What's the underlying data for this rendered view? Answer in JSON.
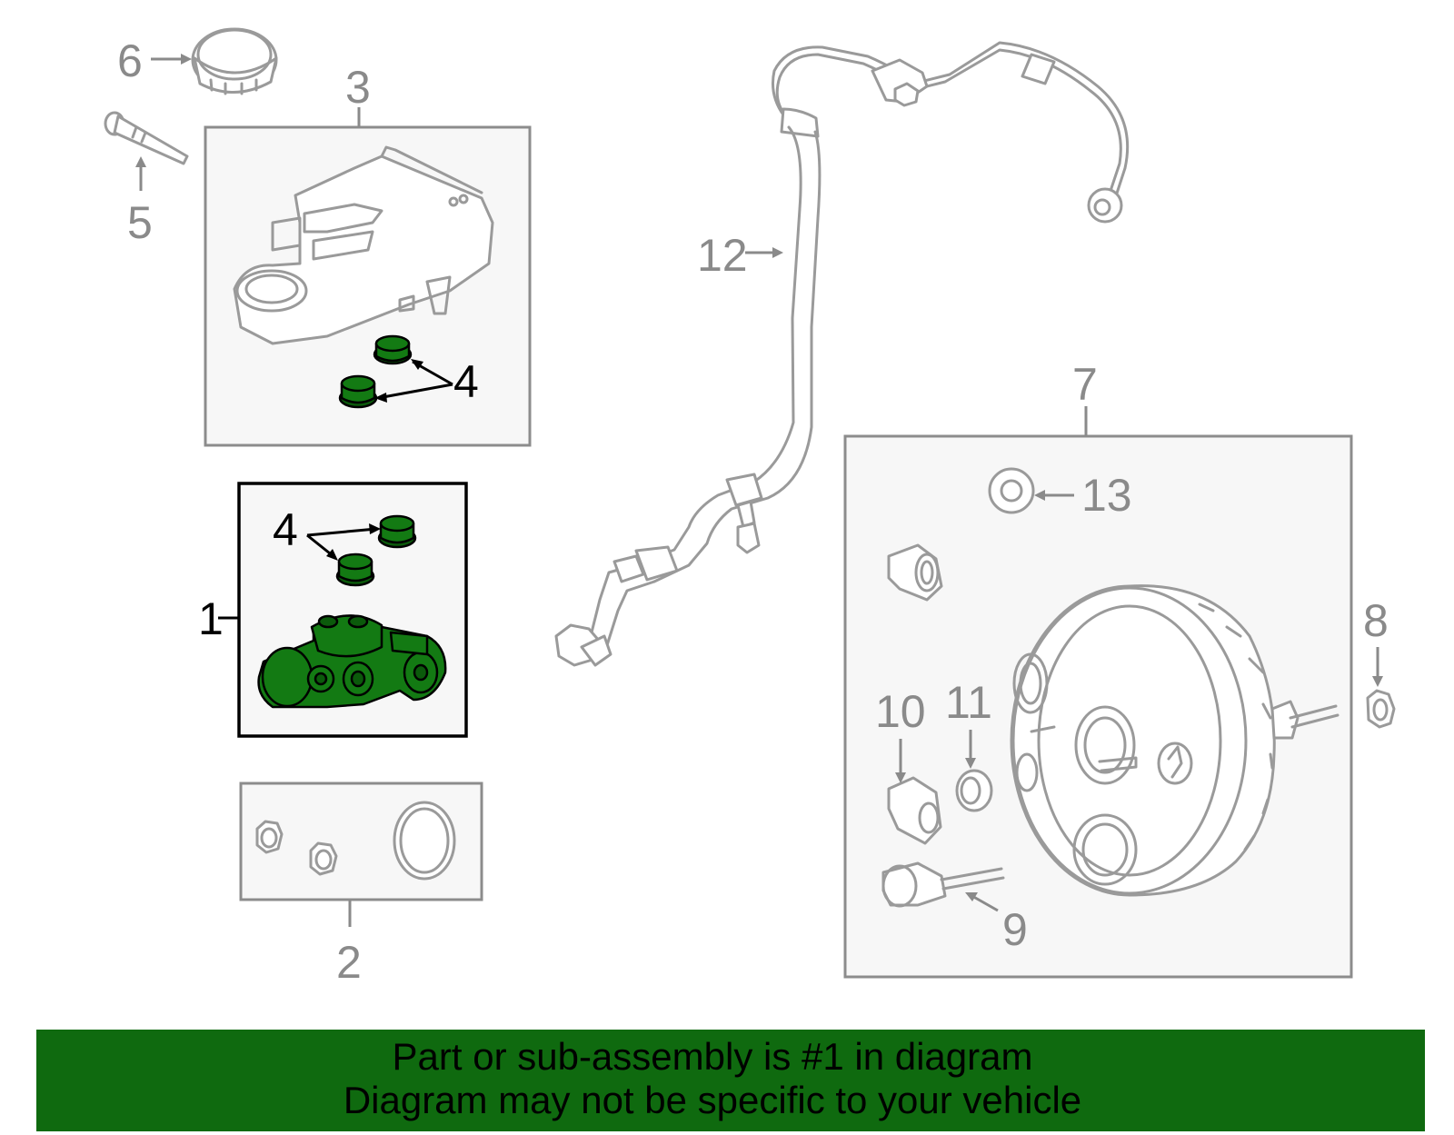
{
  "diagram": {
    "callouts": {
      "c1": "1",
      "c2": "2",
      "c3": "3",
      "c4_upper": "4",
      "c4_lower": "4",
      "c5": "5",
      "c6": "6",
      "c7": "7",
      "c8": "8",
      "c9": "9",
      "c10": "10",
      "c11": "11",
      "c12": "12",
      "c13": "13"
    },
    "highlight_color": "#137a13",
    "line_color": "#9a9a9a"
  },
  "banner": {
    "line1": "Part or sub-assembly is #1 in diagram",
    "line2": "Diagram may not be specific to your vehicle",
    "background_color": "#0f6a0f"
  }
}
